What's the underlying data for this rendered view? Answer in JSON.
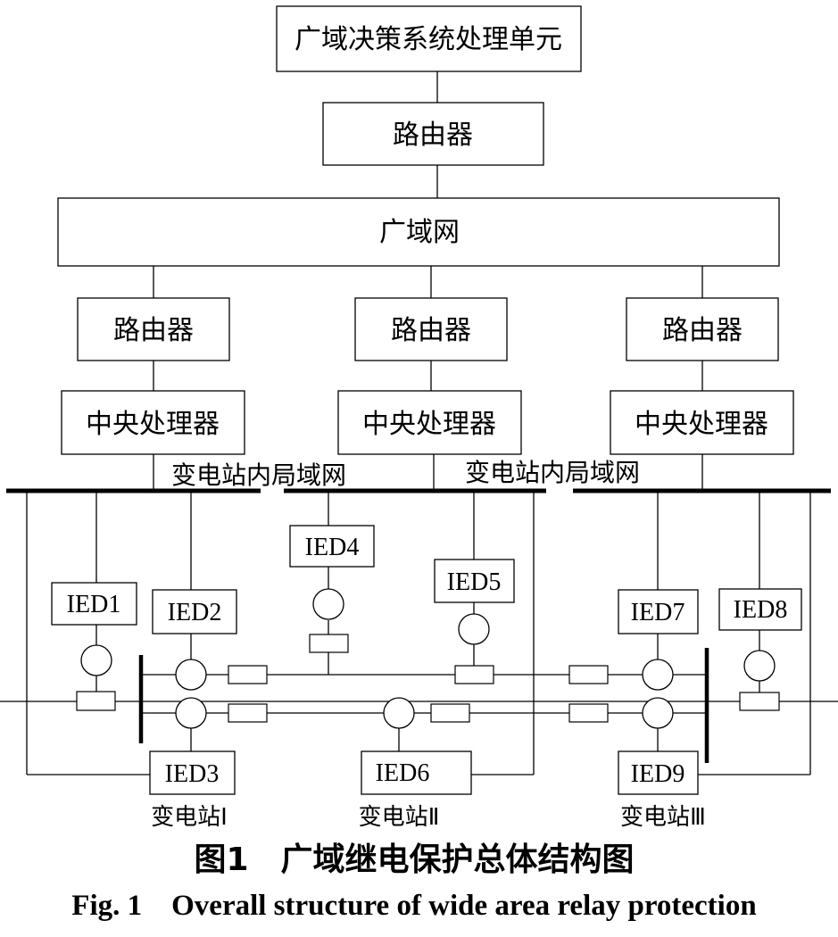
{
  "top": {
    "decision_unit": "广域决策系统处理单元",
    "router": "路由器"
  },
  "wan": "广域网",
  "routers": [
    "路由器",
    "路由器",
    "路由器"
  ],
  "cpus": [
    "中央处理器",
    "中央处理器",
    "中央处理器"
  ],
  "lan_labels": [
    "变电站内局域网",
    "变电站内局域网"
  ],
  "ieds": [
    "IED1",
    "IED2",
    "IED3",
    "IED4",
    "IED5",
    "IED6",
    "IED7",
    "IED8",
    "IED9"
  ],
  "stations": [
    "变电站Ⅰ",
    "变电站Ⅱ",
    "变电站Ⅲ"
  ],
  "caption": {
    "zh": "图1　广域继电保护总体结构图",
    "en": "Fig. 1　Overall structure of wide area relay protection"
  }
}
